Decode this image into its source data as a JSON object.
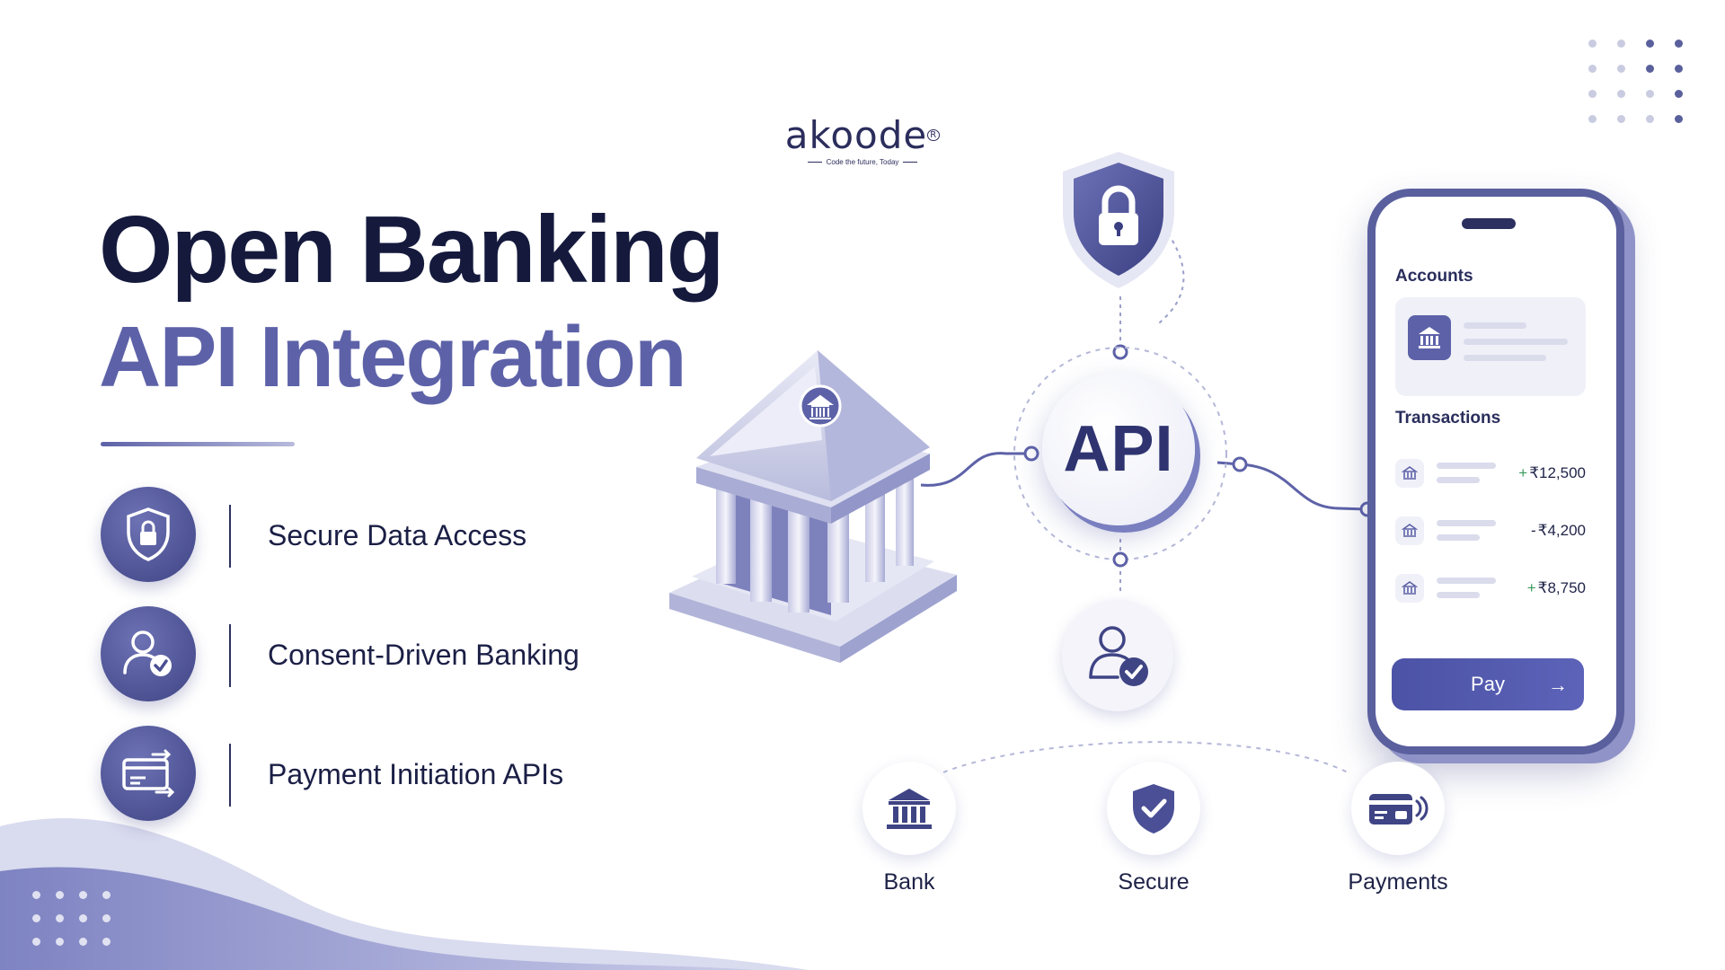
{
  "brand": {
    "name": "akoode",
    "registered_mark": "R",
    "tagline": "Code the future, Today"
  },
  "title": {
    "line1": "Open Banking",
    "line2": "API Integration"
  },
  "features": [
    {
      "icon": "shield-lock-icon",
      "label": "Secure Data Access"
    },
    {
      "icon": "user-check-icon",
      "label": "Consent-Driven Banking"
    },
    {
      "icon": "card-transfer-icon",
      "label": "Payment Initiation APIs"
    }
  ],
  "hub": {
    "label": "API"
  },
  "phone": {
    "accounts_label": "Accounts",
    "transactions_label": "Transactions",
    "transactions": [
      {
        "sign": "+",
        "amount": "₹12,500"
      },
      {
        "sign": "-",
        "amount": "₹4,200"
      },
      {
        "sign": "+",
        "amount": "₹8,750"
      }
    ],
    "pay_label": "Pay",
    "pay_arrow": "→"
  },
  "bottom_icons": [
    {
      "icon": "bank-icon",
      "label": "Bank"
    },
    {
      "icon": "shield-check-icon",
      "label": "Secure"
    },
    {
      "icon": "card-payment-icon",
      "label": "Payments"
    }
  ],
  "colors": {
    "navy": "#151a3d",
    "accent": "#5d62a8",
    "light_accent": "#b8bbdc",
    "positive": "#3a9b5c"
  }
}
